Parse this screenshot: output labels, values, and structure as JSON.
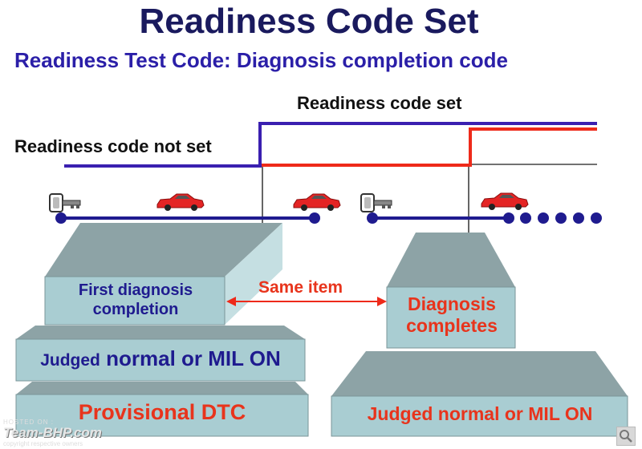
{
  "title": "Readiness Code Set",
  "subtitle": "Readiness Test Code: Diagnosis completion code",
  "labels": {
    "readiness_set": "Readiness code set",
    "readiness_not_set": "Readiness code not set",
    "same_item": "Same item"
  },
  "left_stack": {
    "top_box": "First diagnosis completion",
    "middle_box_prefix": "Judged",
    "middle_box_main": "normal or MIL ON",
    "bottom_box": "Provisional DTC"
  },
  "right_stack": {
    "top_box": "Diagnosis completes",
    "bottom_box": "Judged normal or MIL ON"
  },
  "watermark": {
    "hosted_on": "HOSTED ON :",
    "brand": "Team-BHP.com",
    "note": "copyright respective owners"
  },
  "colors": {
    "blue_line": "#3a1fb0",
    "red_line": "#ee2a1a",
    "box_face": "#a9cdd2",
    "box_top": "#8da3a6",
    "title": "#1a1a5e",
    "dot": "#1f1b8f"
  },
  "icons": [
    "key-icon",
    "car-icon",
    "zoom-icon"
  ]
}
